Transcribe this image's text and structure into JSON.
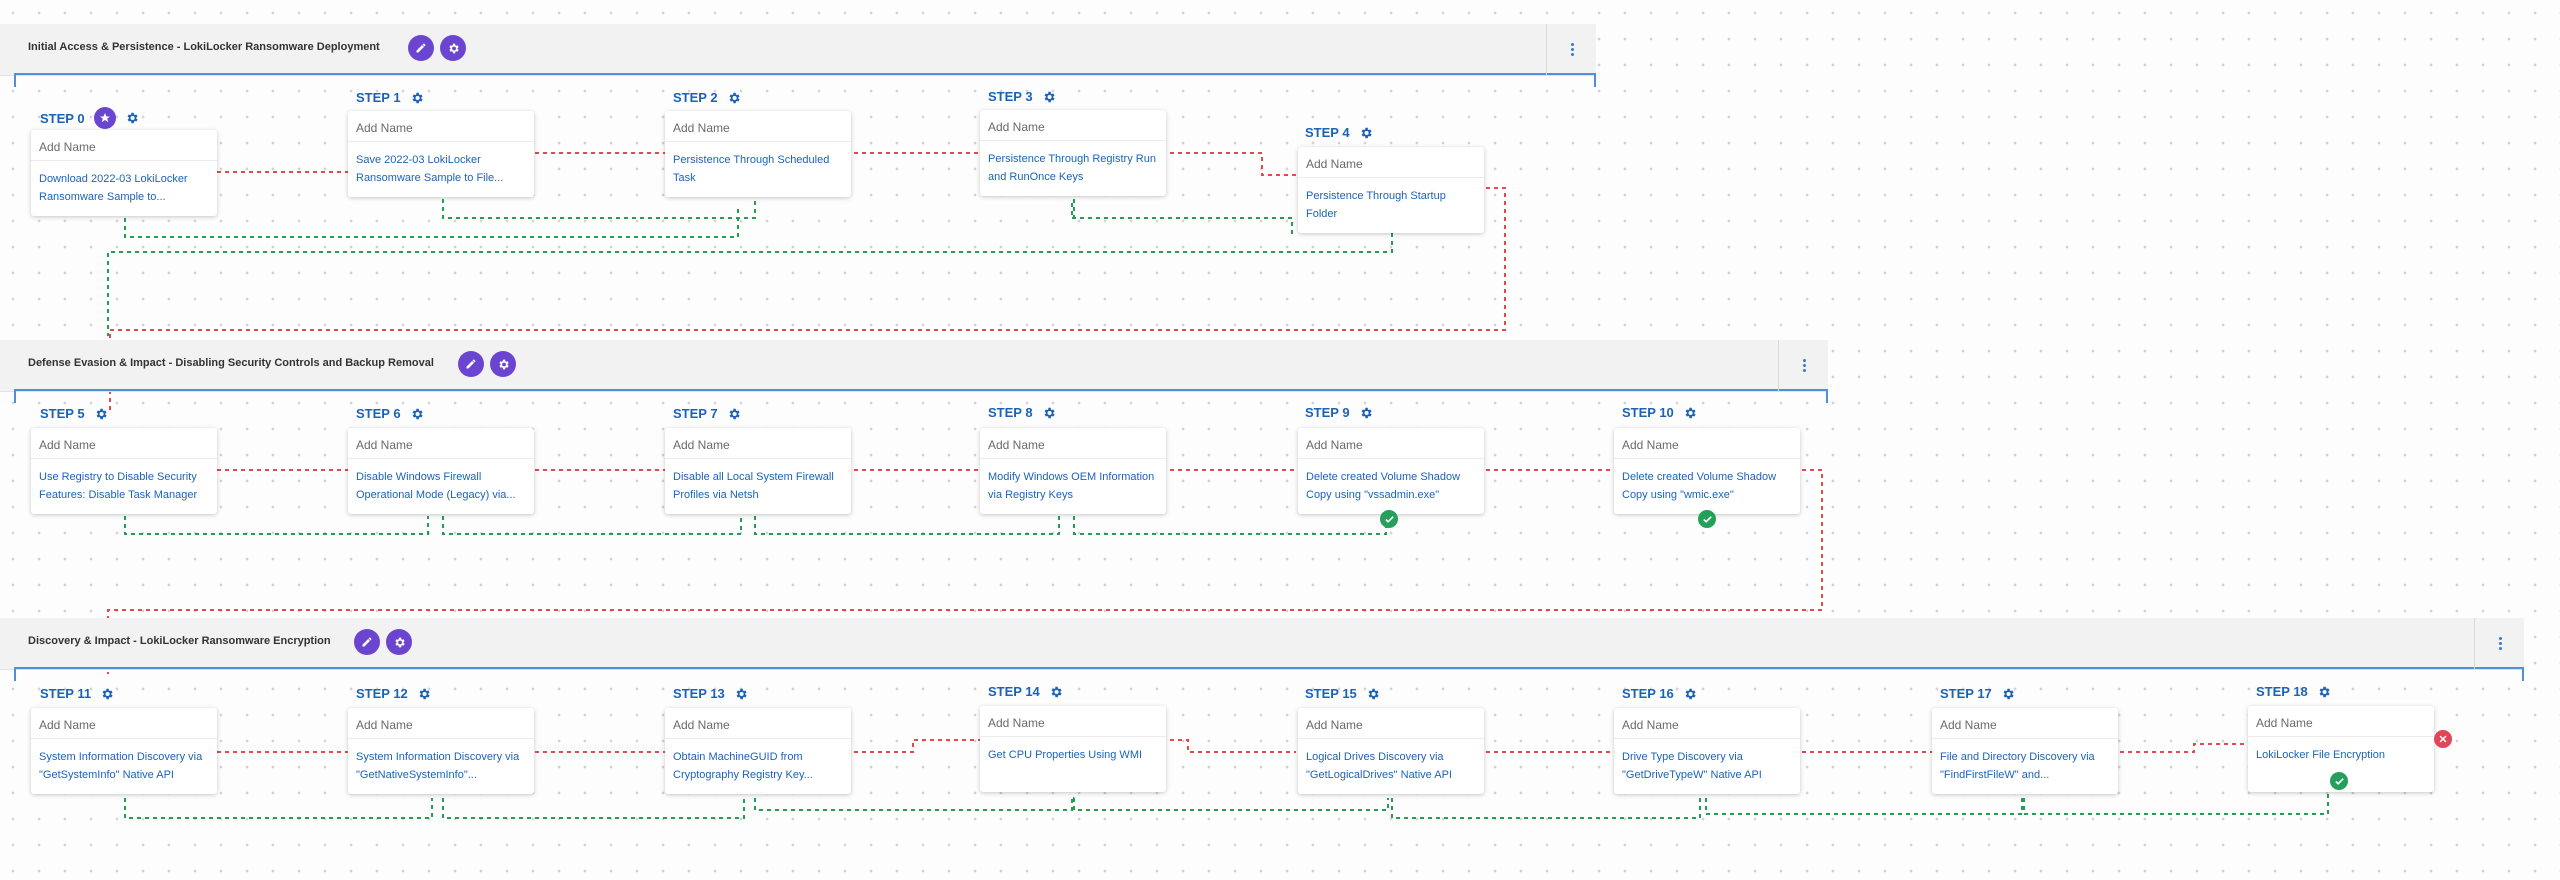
{
  "phases": [
    {
      "title": "Initial Access & Persistence - LokiLocker Ransomware Deployment"
    },
    {
      "title": "Defense Evasion & Impact - Disabling Security Controls and Backup Removal"
    },
    {
      "title": "Discovery & Impact - LokiLocker Ransomware Encryption"
    }
  ],
  "steps": [
    {
      "label": "STEP 0",
      "name": "Add Name",
      "desc": "Download 2022-03 LokiLocker Ransomware Sample to..."
    },
    {
      "label": "STEP 1",
      "name": "Add Name",
      "desc": "Save 2022-03 LokiLocker Ransomware Sample to File..."
    },
    {
      "label": "STEP 2",
      "name": "Add Name",
      "desc": "Persistence Through Scheduled Task"
    },
    {
      "label": "STEP 3",
      "name": "Add Name",
      "desc": "Persistence Through Registry Run and RunOnce Keys"
    },
    {
      "label": "STEP 4",
      "name": "Add Name",
      "desc": "Persistence Through Startup Folder"
    },
    {
      "label": "STEP 5",
      "name": "Add Name",
      "desc": "Use Registry to Disable Security Features: Disable Task Manager"
    },
    {
      "label": "STEP 6",
      "name": "Add Name",
      "desc": "Disable Windows Firewall Operational Mode (Legacy) via..."
    },
    {
      "label": "STEP 7",
      "name": "Add Name",
      "desc": "Disable all Local System Firewall Profiles via Netsh"
    },
    {
      "label": "STEP 8",
      "name": "Add Name",
      "desc": "Modify Windows OEM Information via Registry Keys"
    },
    {
      "label": "STEP 9",
      "name": "Add Name",
      "desc": "Delete created Volume Shadow Copy using \"vssadmin.exe\""
    },
    {
      "label": "STEP 10",
      "name": "Add Name",
      "desc": "Delete created Volume Shadow Copy using \"wmic.exe\""
    },
    {
      "label": "STEP 11",
      "name": "Add Name",
      "desc": "System Information Discovery via \"GetSystemInfo\" Native API"
    },
    {
      "label": "STEP 12",
      "name": "Add Name",
      "desc": "System Information Discovery via \"GetNativeSystemInfo\"..."
    },
    {
      "label": "STEP 13",
      "name": "Add Name",
      "desc": "Obtain MachineGUID from Cryptography Registry Key..."
    },
    {
      "label": "STEP 14",
      "name": "Add Name",
      "desc": "Get CPU Properties Using WMI"
    },
    {
      "label": "STEP 15",
      "name": "Add Name",
      "desc": "Logical Drives Discovery via \"GetLogicalDrives\" Native API"
    },
    {
      "label": "STEP 16",
      "name": "Add Name",
      "desc": "Drive Type Discovery via \"GetDriveTypeW\" Native API"
    },
    {
      "label": "STEP 17",
      "name": "Add Name",
      "desc": "File and Directory Discovery via \"FindFirstFileW\" and..."
    },
    {
      "label": "STEP 18",
      "name": "Add Name",
      "desc": "LokiLocker File Encryption"
    }
  ],
  "colors": {
    "accent": "#6b45cf",
    "link": "#1c63b8",
    "success": "#25a05b",
    "error": "#e0465a",
    "failure_path": "#e24b4b",
    "success_path": "#22a052"
  },
  "icons": [
    "pencil-icon",
    "gear-icon",
    "star-icon",
    "kebab-menu-icon",
    "check-icon",
    "close-icon"
  ]
}
